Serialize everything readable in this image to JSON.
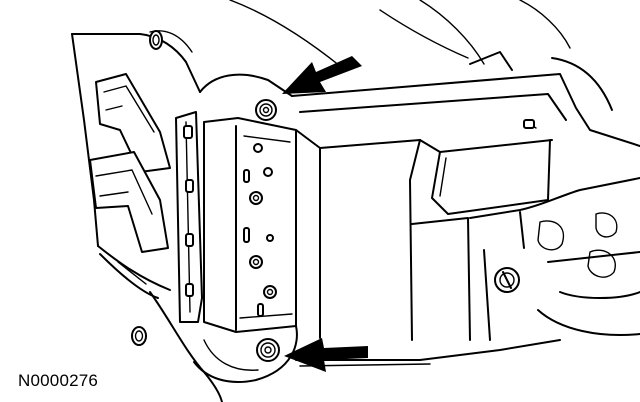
{
  "figure": {
    "id_label": "N0000276"
  },
  "callouts": [
    {
      "name": "upper-fastener-arrow",
      "icon": "arrow-icon"
    },
    {
      "name": "lower-fastener-arrow",
      "icon": "arrow-icon"
    }
  ]
}
